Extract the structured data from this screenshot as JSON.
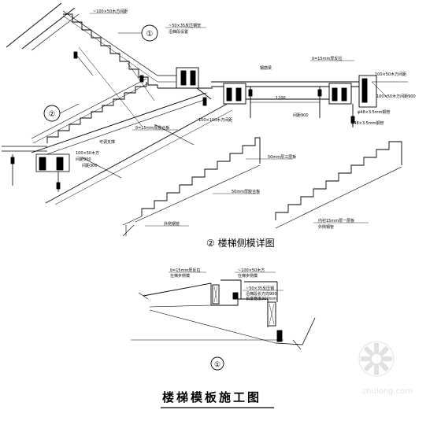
{
  "drawing": {
    "title": "楼梯模板施工图",
    "subtitle": "② 楼梯侧模详图",
    "callouts": [
      "①",
      "②",
      "①"
    ]
  },
  "annotations": {
    "top_1": "~100×50木方间距",
    "top_2": "~50×35反压钢管",
    "top_3": "沿梯段设置",
    "landing_beam": "钢筋梁",
    "landing_span": "1200",
    "right_1": "δ=15mm厚反拉",
    "right_2": "100×50木方间距",
    "right_3": "100×50木方间距900",
    "right_4": "φ48×3.5mm钢管",
    "mid_1": "δ=15mm厚胶合板",
    "mid_2": "100×100木方间距",
    "lower_1": "100×50木方",
    "lower_2": "间距900",
    "lower_3": "可调支撑",
    "lower_4": "间距300",
    "side_1": "50mm厚三层板",
    "side_2": "50mm厚胶合板",
    "side_3": "外侧钢管",
    "side_4": "内衬15mm厚一层板",
    "side_5": "外侧钢管",
    "det_1": "δ=15mm厚反拉",
    "det_2": "~100×50木方",
    "det_3": "在梯步侧模",
    "det_4": "~50×35反压钢",
    "det_5": "沿梯段长方向900",
    "det_6": "长度宽度300mm"
  },
  "watermark": {
    "text": "zhulong.com"
  }
}
